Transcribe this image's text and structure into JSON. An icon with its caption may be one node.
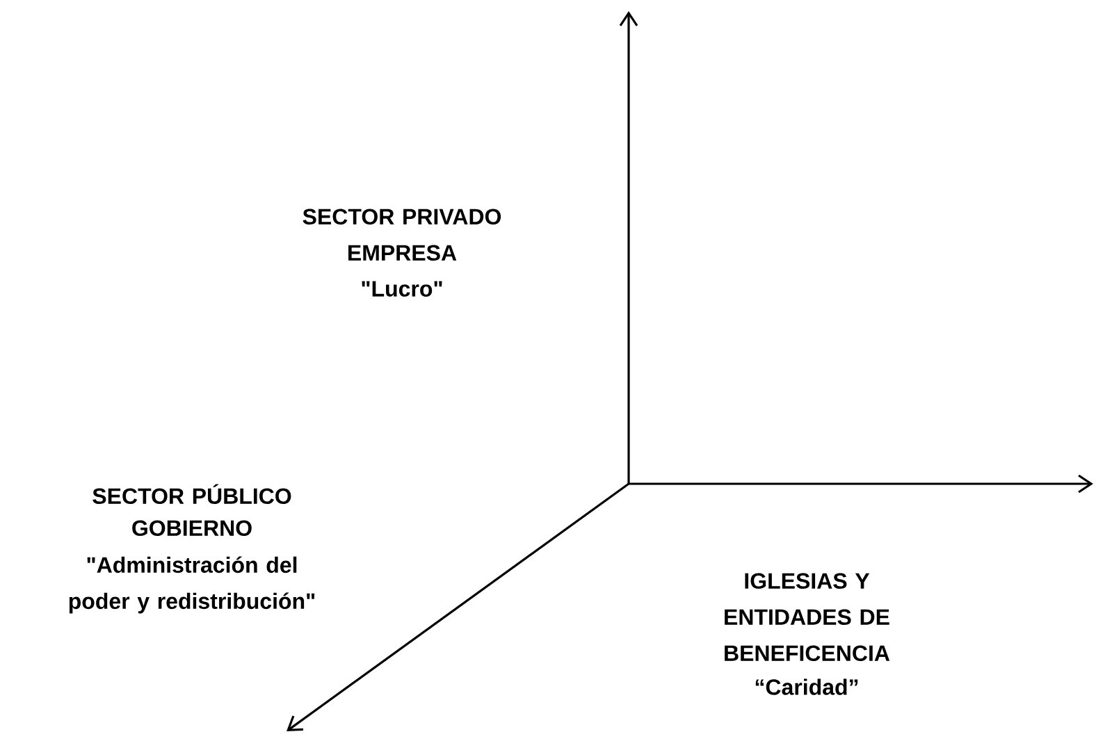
{
  "diagram": {
    "labels": [
      "SECTOR PRIVADO",
      "EMPRESA",
      "\"Lucro\"",
      "SECTOR PÚBLICO",
      "GOBIERNO",
      "\"Administración del poder y redistribución\"",
      "IGLESIAS Y ENTIDADES DE BENEFICENCIA",
      "“Caridad”"
    ]
  }
}
